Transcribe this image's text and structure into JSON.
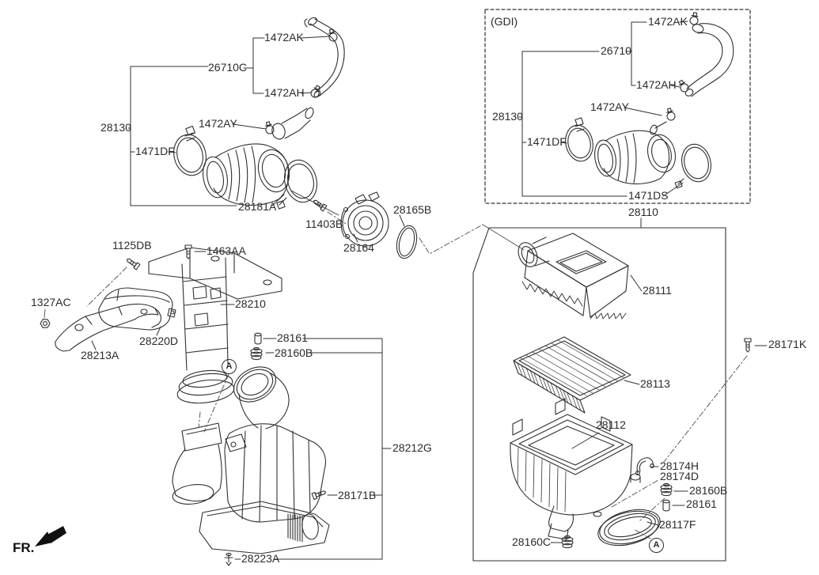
{
  "colors": {
    "line": "#303030",
    "text": "#2b2b2b",
    "background": "#ffffff"
  },
  "fr_indicator": "FR.",
  "gdi_caption": "(GDI)",
  "callout_a": "A",
  "parts": {
    "p1472AK": "1472AK",
    "p26710C": "26710C",
    "p1472AH": "1472AH",
    "p1472AY": "1472AY",
    "p28130": "28130",
    "p1471DF": "1471DF",
    "p28181A": "28181A",
    "p11403B": "11403B",
    "p28164": "28164",
    "p28165B": "28165B",
    "p1125DB": "1125DB",
    "p1463AA": "1463AA",
    "p1327AC": "1327AC",
    "p28220D": "28220D",
    "p28213A": "28213A",
    "p28210": "28210",
    "p28161": "28161",
    "p28160B": "28160B",
    "p28212G": "28212G",
    "p28171B": "28171B",
    "p28223A": "28223A",
    "p26710": "26710",
    "p1471DS": "1471DS",
    "p28110": "28110",
    "p28111": "28111",
    "p28113": "28113",
    "p28112": "28112",
    "p28171K": "28171K",
    "p28174H": "28174H",
    "p28174D": "28174D",
    "p28117F": "28117F",
    "p28160C": "28160C"
  }
}
